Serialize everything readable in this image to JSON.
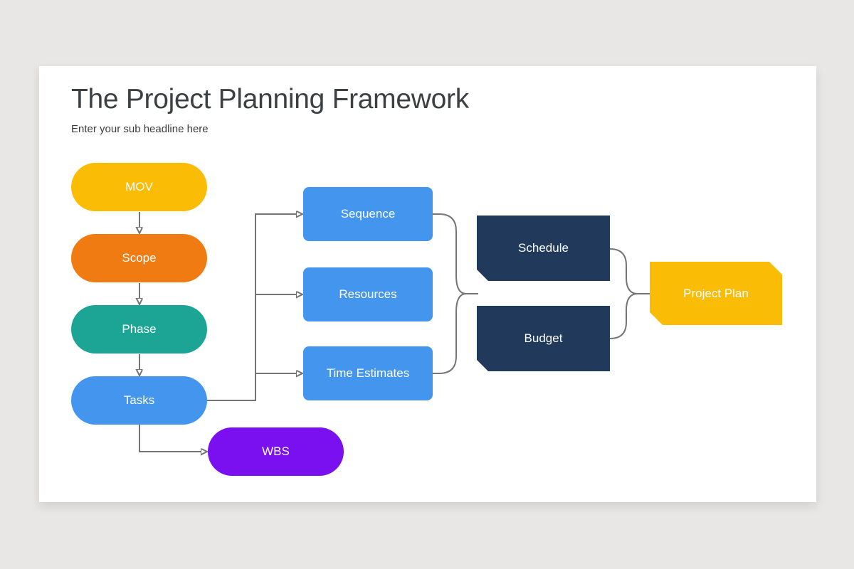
{
  "slide": {
    "title": "The Project Planning Framework",
    "subtitle": "Enter your sub headline here"
  },
  "diagram": {
    "phase_nodes": [
      {
        "label": "MOV",
        "color": "#FBBC05"
      },
      {
        "label": "Scope",
        "color": "#EF7B12"
      },
      {
        "label": "Phase",
        "color": "#1CA594"
      },
      {
        "label": "Tasks",
        "color": "#4495EE"
      }
    ],
    "wbs_node": {
      "label": "WBS",
      "color": "#7A10EF"
    },
    "task_nodes": [
      {
        "label": "Sequence",
        "color": "#4495EE"
      },
      {
        "label": "Resources",
        "color": "#4495EE"
      },
      {
        "label": "Time Estimates",
        "color": "#4495EE"
      }
    ],
    "output_nodes": [
      {
        "label": "Schedule",
        "color": "#21395A"
      },
      {
        "label": "Budget",
        "color": "#21395A"
      }
    ],
    "final_node": {
      "label": "Project Plan",
      "color": "#FBBC05"
    },
    "connector_color": "#757575",
    "background_color": "#E8E7E5",
    "card_color": "#FFFFFF"
  }
}
